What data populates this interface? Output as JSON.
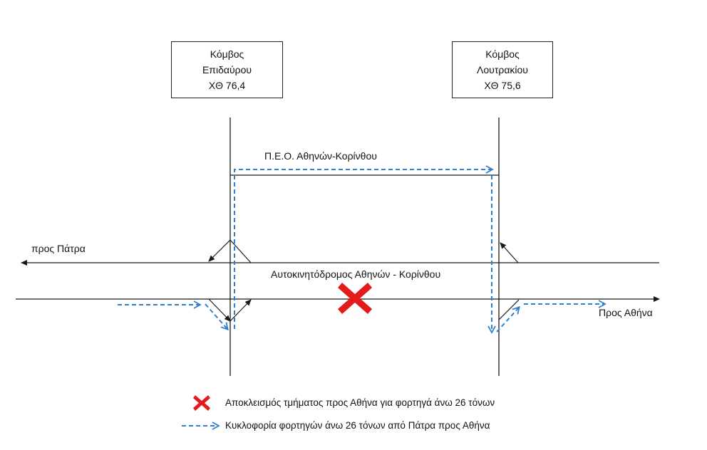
{
  "nodes": {
    "epidavros": {
      "line1": "Κόμβος",
      "line2": "Επιδαύρου",
      "line3": "ΧΘ 76,4"
    },
    "loutraki": {
      "line1": "Κόμβος",
      "line2": "Λουτρακίου",
      "line3": "ΧΘ 75,6"
    }
  },
  "labels": {
    "old_road": "Π.Ε.Ο. Αθηνών-Κορίνθου",
    "to_patra": "προς Πάτρα",
    "motorway": "Αυτοκινητόδρομος Αθηνών - Κορίνθου",
    "to_athens": "Προς Αθήνα"
  },
  "legend": {
    "closure": "Αποκλεισμός τμήματος προς Αθήνα για φορτηγά άνω 26 τόνων",
    "detour": "Κυκλοφορία φορτηγών άνω 26 τόνων από Πάτρα προς Αθήνα"
  },
  "colors": {
    "line": "#1a1a1a",
    "detour": "#2f7fd0",
    "closure": "#e31b1b"
  },
  "icons": {
    "closure": "red-x-icon",
    "detour": "dashed-arrow-icon"
  }
}
